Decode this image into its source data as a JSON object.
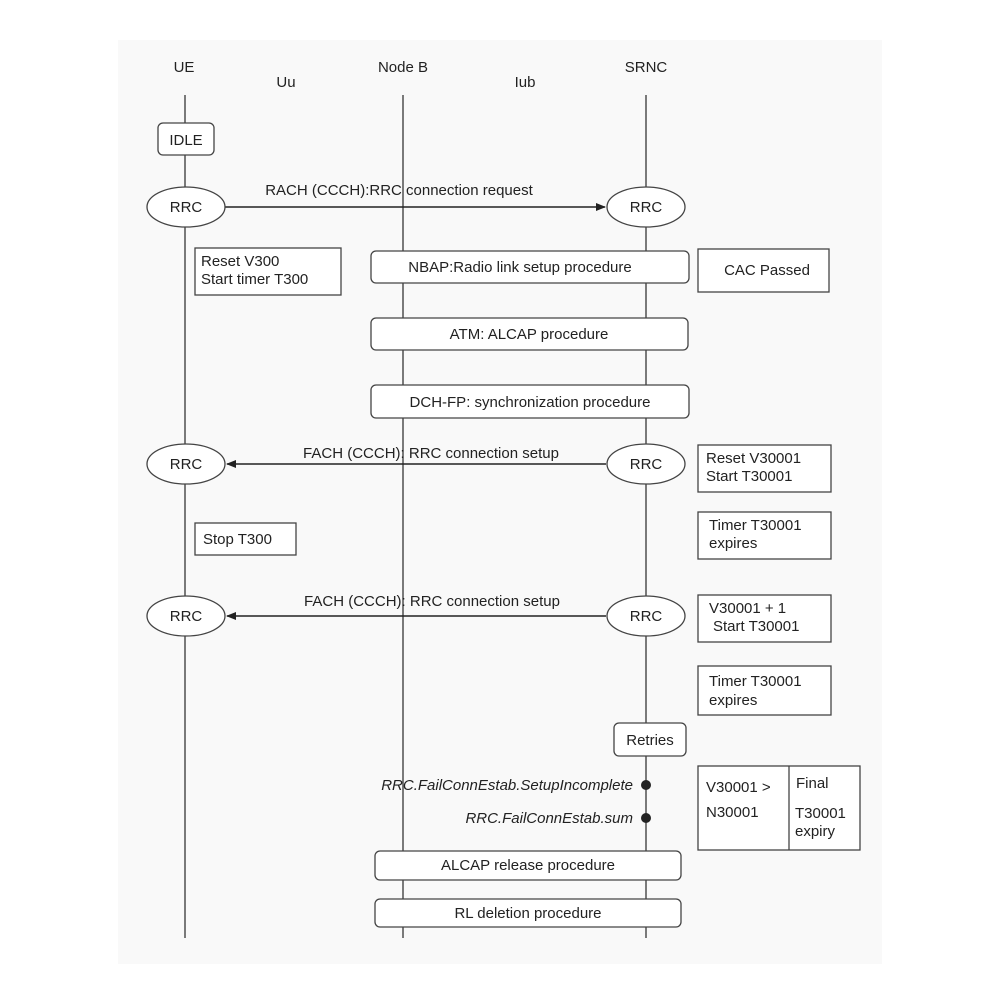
{
  "entities": {
    "ue": "UE",
    "uu": "Uu",
    "nodeb": "Node B",
    "iub": "Iub",
    "srnc": "SRNC"
  },
  "rrc_label": "RRC",
  "ue_states": {
    "idle": "IDLE"
  },
  "messages": {
    "rach": "RACH (CCCH):RRC  connection request",
    "fach1": "FACH (CCCH):  RRC connection setup",
    "fach2": "FACH (CCCH):  RRC connection setup"
  },
  "ue_notes": {
    "reset_line1": "Reset V300",
    "reset_line2": "Start timer T300",
    "stop": "Stop T300"
  },
  "procedures": {
    "nbap": "NBAP:Radio link setup procedure",
    "alcap": "ATM: ALCAP procedure",
    "dchfp": "DCH-FP: synchronization procedure",
    "alcap_release": "ALCAP release  procedure",
    "rl_deletion": "RL deletion  procedure"
  },
  "srnc_notes": {
    "cac": "CAC Passed",
    "reset_line1": "Reset V30001",
    "reset_line2": "Start T30001",
    "expire1_line1": "Timer T30001",
    "expire1_line2": "expires",
    "incr_line1": "V30001 + 1",
    "incr_line2": "Start T30001",
    "expire2_line1": "Timer T30001",
    "expire2_line2": "expires",
    "retries": "Retries",
    "cond_line1": "V30001 >",
    "cond_line2": "N30001",
    "final_line1": "Final",
    "final_line2": "T30001",
    "final_line3": "expiry"
  },
  "counters": {
    "setup_incomplete": "RRC.FailConnEstab.SetupIncomplete",
    "sum": "RRC.FailConnEstab.sum"
  }
}
